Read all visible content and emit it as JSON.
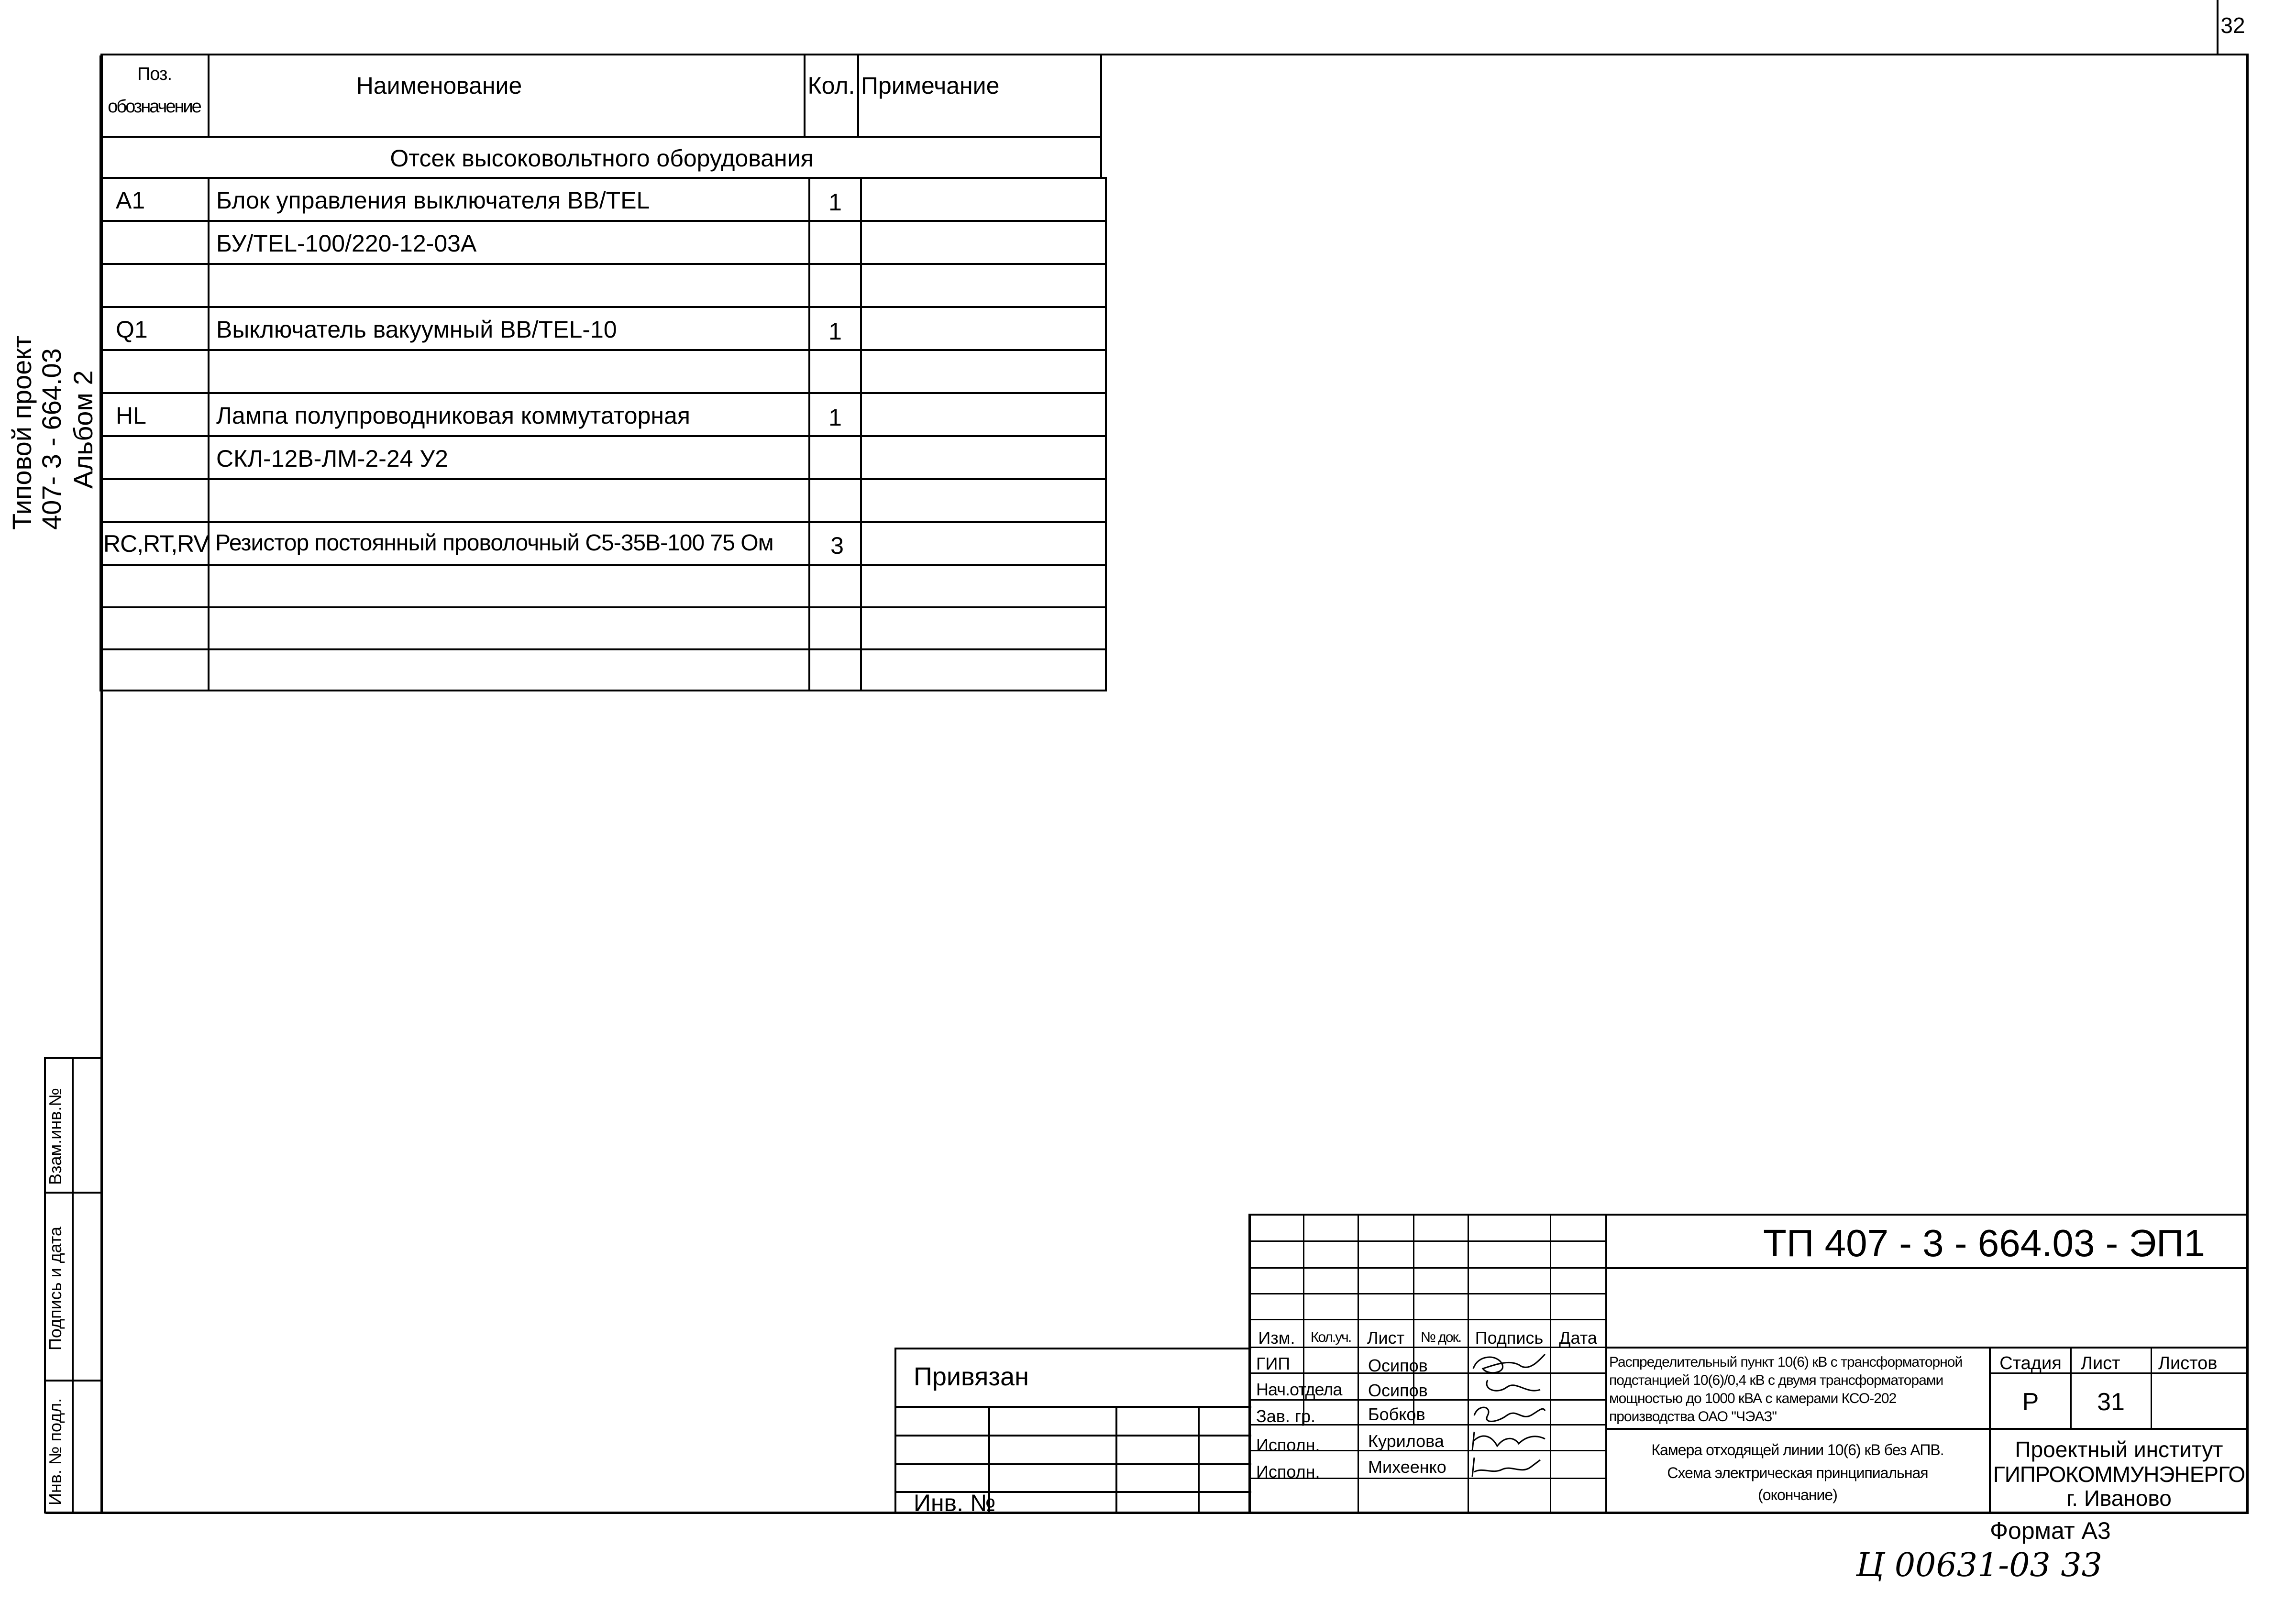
{
  "page_number": "32",
  "side_caption": {
    "line1": "Типовой проект",
    "line2": "407- 3 - 664.03",
    "line3": "Альбом 2"
  },
  "side_stamp": {
    "vzam": "Взам.инв.№",
    "podpis": "Подпись и дата",
    "inv": "Инв. № подл."
  },
  "spec_table": {
    "headers": {
      "pos_line1": "Поз.",
      "pos_line2": "обозначение",
      "name": "Наименование",
      "qty": "Кол.",
      "note": "Примечание"
    },
    "section": "Отсек высоковольтного оборудования",
    "rows": [
      {
        "pos": "A1",
        "name": "Блок управления выключателя BB/TEL",
        "qty": "1",
        "note": ""
      },
      {
        "pos": "",
        "name": "БУ/TEL-100/220-12-03А",
        "qty": "",
        "note": ""
      },
      {
        "pos": "",
        "name": "",
        "qty": "",
        "note": ""
      },
      {
        "pos": "Q1",
        "name": "Выключатель вакуумный BB/TEL-10",
        "qty": "1",
        "note": ""
      },
      {
        "pos": "",
        "name": "",
        "qty": "",
        "note": ""
      },
      {
        "pos": "HL",
        "name": "Лампа полупроводниковая коммутаторная",
        "qty": "1",
        "note": ""
      },
      {
        "pos": "",
        "name": "СКЛ-12В-ЛМ-2-24 У2",
        "qty": "",
        "note": ""
      },
      {
        "pos": "",
        "name": "",
        "qty": "",
        "note": ""
      },
      {
        "pos": "RC,RT,RV",
        "name": "Резистор постоянный проволочный С5-35В-100  75 Ом",
        "qty": "3",
        "note": ""
      },
      {
        "pos": "",
        "name": "",
        "qty": "",
        "note": ""
      },
      {
        "pos": "",
        "name": "",
        "qty": "",
        "note": ""
      },
      {
        "pos": "",
        "name": "",
        "qty": "",
        "note": ""
      }
    ]
  },
  "privyazan": {
    "label": "Привязан",
    "inv_label": "Инв. №"
  },
  "title_block": {
    "doc_code": "ТП  407 - 3 - 664.03 - ЭП1",
    "col_headers": [
      "Изм.",
      "Кол.уч.",
      "Лист",
      "№ док.",
      "Подпись",
      "Дата"
    ],
    "people": [
      {
        "role": "ГИП",
        "name": "Осипов"
      },
      {
        "role": "Нач.отдела",
        "name": "Осипов"
      },
      {
        "role": "Зав. гр.",
        "name": "Бобков"
      },
      {
        "role": "Исполн.",
        "name": "Курилова"
      },
      {
        "role": "Исполн.",
        "name": "Михеенко"
      }
    ],
    "project_title": [
      "Распределительный пункт 10(6) кВ с трансформаторной",
      "подстанцией 10(6)/0,4 кВ с двумя трансформаторами",
      "мощностью до 1000 кВА с камерами КСО-202",
      "производства ОАО \"ЧЭАЗ\""
    ],
    "sheet_title": [
      "Камера отходящей линии 10(6) кВ без АПВ.",
      "Схема электрическая принципиальная",
      "(окончание)"
    ],
    "stage_label": "Стадия",
    "sheet_label": "Лист",
    "sheets_label": "Листов",
    "stage": "Р",
    "sheet": "31",
    "sheets": "",
    "org": [
      "Проектный институт",
      "ГИПРОКОММУНЭНЕРГО",
      "г. Иваново"
    ]
  },
  "format": "Формат А3",
  "handwritten_code": "Ц 00631-03   33"
}
